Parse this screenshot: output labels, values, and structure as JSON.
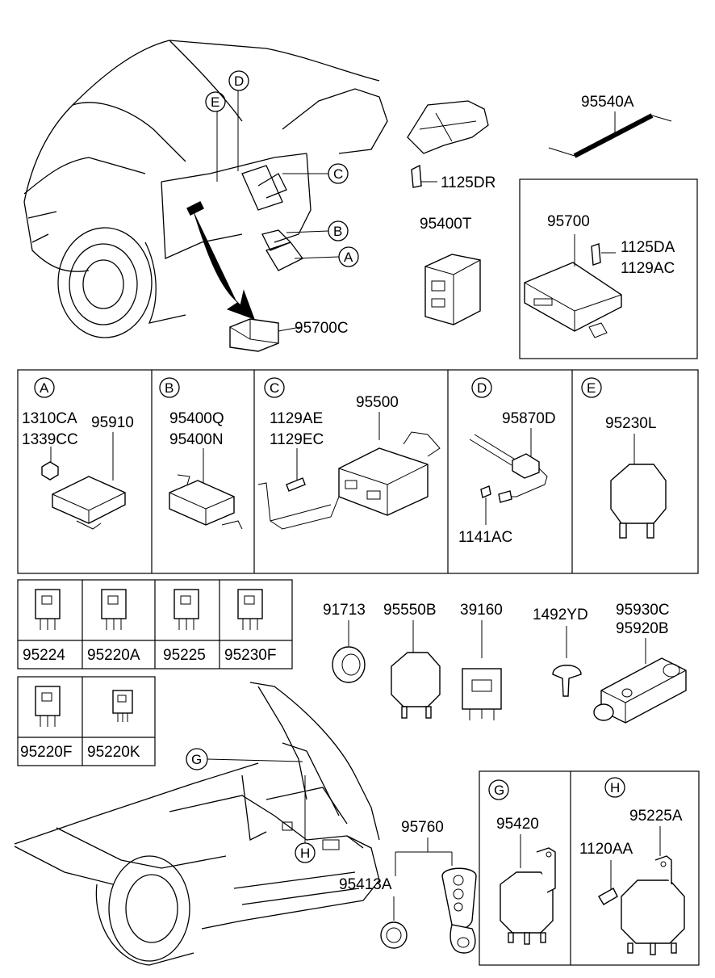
{
  "callouts": {
    "A": "A",
    "B": "B",
    "C": "C",
    "D": "D",
    "E": "E",
    "G": "G",
    "H": "H"
  },
  "top": {
    "p95700C": "95700C",
    "p95540A": "95540A",
    "p1125DR": "1125DR",
    "p95400T": "95400T",
    "p95700": "95700",
    "p1125DA": "1125DA",
    "p1129AC": "1129AC"
  },
  "panels": {
    "A": {
      "letter": "A",
      "labels": [
        "1310CA",
        "1339CC",
        "95910"
      ]
    },
    "B": {
      "letter": "B",
      "labels": [
        "95400Q",
        "95400N"
      ]
    },
    "C": {
      "letter": "C",
      "labels": [
        "1129AE",
        "1129EC",
        "95500"
      ]
    },
    "D": {
      "letter": "D",
      "labels": [
        "95870D",
        "1141AC"
      ]
    },
    "E": {
      "letter": "E",
      "labels": [
        "95230L"
      ]
    }
  },
  "relays": [
    "95224",
    "95220A",
    "95225",
    "95230F",
    "95220F",
    "95220K"
  ],
  "misc": {
    "p91713": "91713",
    "p95550B": "95550B",
    "p39160": "39160",
    "p1492YD": "1492YD",
    "p95930C": "95930C",
    "p95920B": "95920B",
    "p95760": "95760",
    "p95413A": "95413A"
  },
  "bottom_panels": {
    "G": {
      "letter": "G",
      "labels": [
        "95420"
      ]
    },
    "H": {
      "letter": "H",
      "labels": [
        "95225A",
        "1120AA"
      ]
    }
  }
}
